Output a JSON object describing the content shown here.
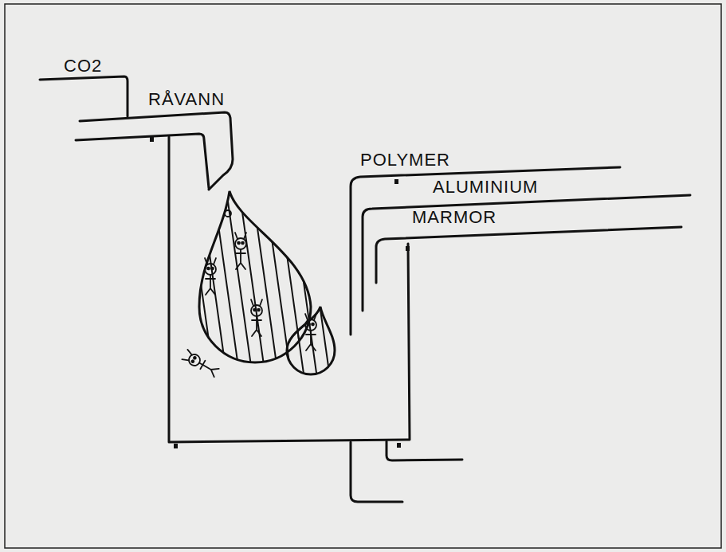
{
  "diagram": {
    "labels": [
      "CO2",
      "RÅVANN",
      "POLYMER",
      "ALUMINIUM",
      "MARMOR"
    ]
  }
}
